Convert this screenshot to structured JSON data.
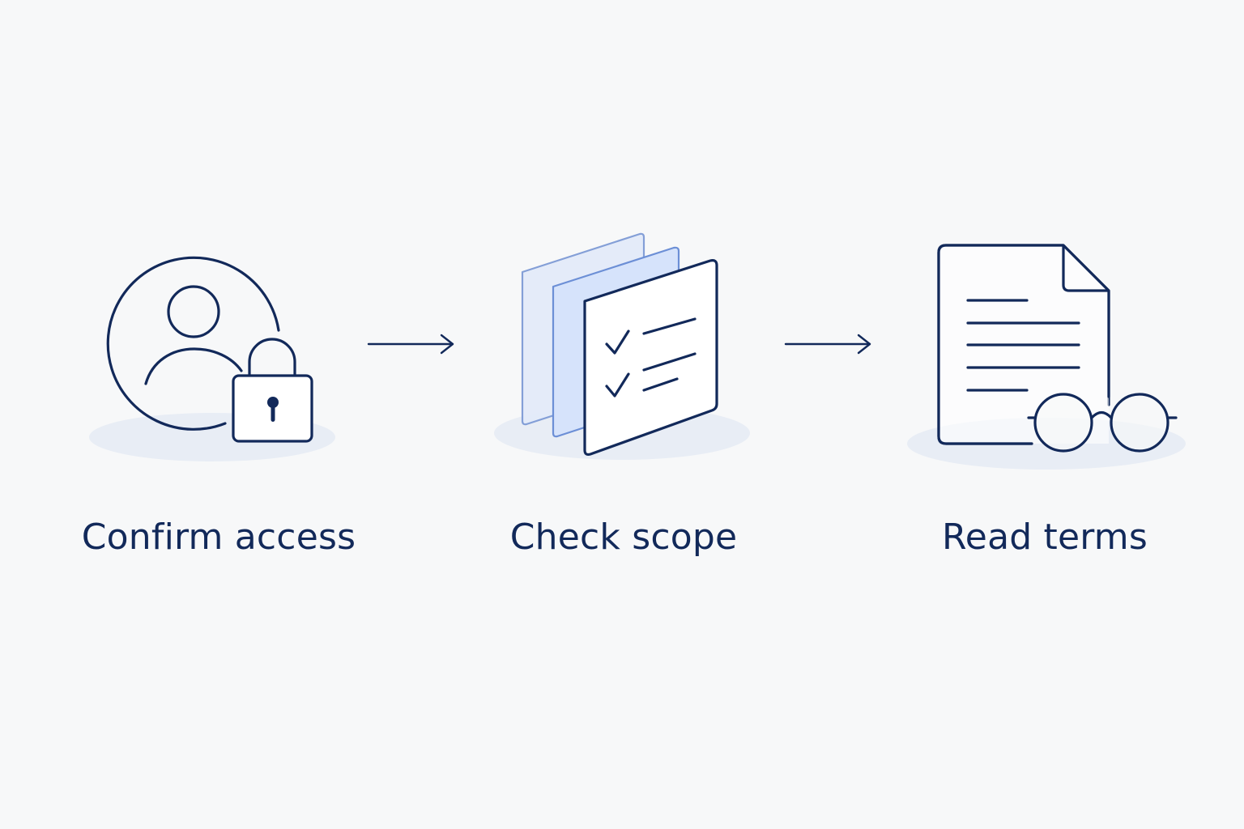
{
  "steps": [
    {
      "label": "Confirm access",
      "icon": "user-lock-icon"
    },
    {
      "label": "Check scope",
      "icon": "checklist-pages-icon"
    },
    {
      "label": "Read terms",
      "icon": "document-glasses-icon"
    }
  ],
  "connectors": [
    "arrow-right-icon",
    "arrow-right-icon"
  ],
  "colors": {
    "background": "#f7f8f9",
    "ink": "#12295a",
    "accent_light": "#dbe6fb",
    "shadow": "#e8edf5"
  }
}
